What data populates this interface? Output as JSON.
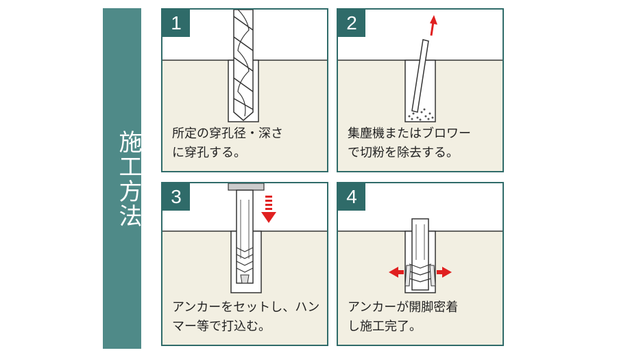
{
  "title": "施工方法",
  "colors": {
    "sidebar": "#4f8a88",
    "frame": "#2f6b69",
    "concrete": "#f2efe2",
    "arrow": "#e02020"
  },
  "steps": [
    {
      "number": "1",
      "caption_lines": [
        "所定の穿孔径・深さ",
        "に穿孔する。"
      ]
    },
    {
      "number": "2",
      "caption_lines": [
        "集塵機またはブロワー",
        "で切粉を除去する。"
      ]
    },
    {
      "number": "3",
      "caption_lines": [
        "アンカーをセットし、ハン",
        "マー等で打込む。"
      ]
    },
    {
      "number": "4",
      "caption_lines": [
        "アンカーが開脚密着",
        "し施工完了。"
      ]
    }
  ]
}
